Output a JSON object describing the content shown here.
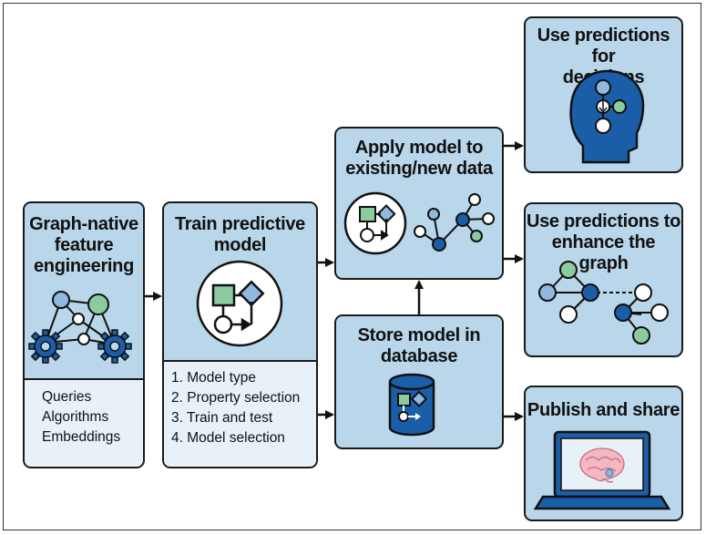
{
  "steps": {
    "feature_engineering": {
      "title_lines": [
        "Graph-native",
        "feature",
        "engineering"
      ],
      "items": [
        "Queries",
        "Algorithms",
        "Embeddings"
      ]
    },
    "train": {
      "title_lines": [
        "Train predictive",
        "model"
      ],
      "items": [
        "1. Model type",
        "2. Property selection",
        "3. Train and test",
        "4. Model selection"
      ]
    },
    "apply": {
      "title_lines": [
        "Apply model to",
        "existing/new data"
      ]
    },
    "store": {
      "title_lines": [
        "Store model in",
        "database"
      ]
    },
    "decisions": {
      "title_lines": [
        "Use predictions for",
        "decisions"
      ]
    },
    "enhance": {
      "title_lines": [
        "Use predictions to",
        "enhance the graph"
      ]
    },
    "publish": {
      "title_lines": [
        "Publish and share"
      ]
    }
  },
  "icons": {
    "feature_engineering": "graph-with-gears-icon",
    "train": "model-shapes-icon",
    "apply": "model-applied-to-graph-icon",
    "store": "database-model-icon",
    "decisions": "head-with-graph-icon",
    "enhance": "predicted-link-graph-icon",
    "publish": "laptop-brain-icon"
  },
  "colors": {
    "box_fill": "#b9d6ea",
    "sub_fill": "#e8f1f8",
    "node_dark_blue": "#1b5ea8",
    "node_light_blue": "#8fb9df",
    "node_green": "#8ccaa0",
    "outline": "#1a1a1a"
  }
}
